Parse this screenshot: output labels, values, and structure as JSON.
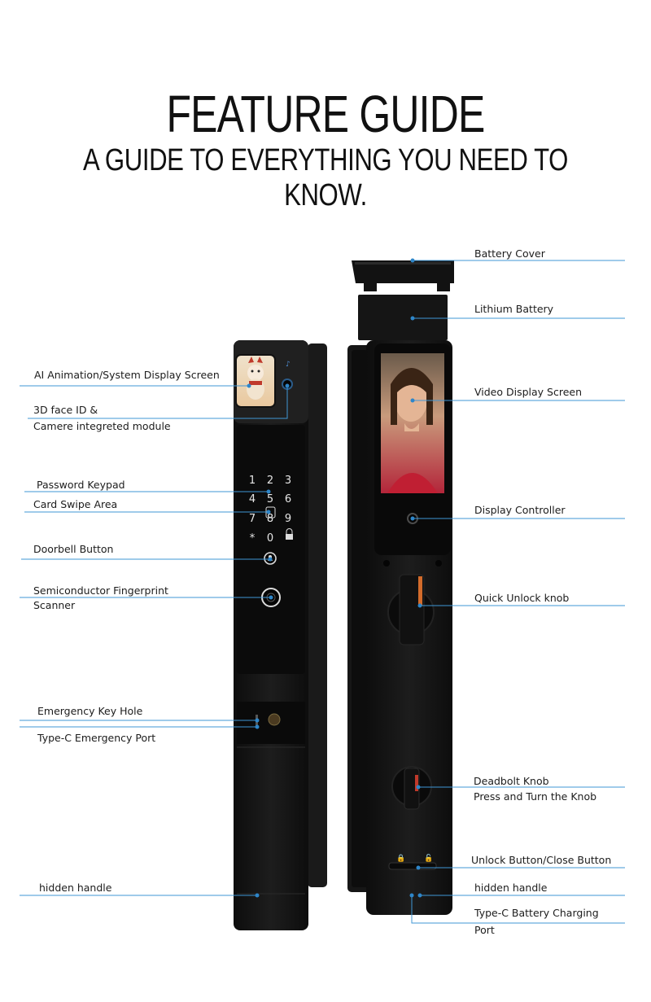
{
  "header": {
    "title": "FEATURE GUIDE",
    "subtitle": "A GUIDE TO EVERYTHING YOU NEED TO KNOW."
  },
  "keypad_keys": [
    "1",
    "2",
    "3",
    "4",
    "5",
    "6",
    "7",
    "8",
    "9",
    "*",
    "0"
  ],
  "labels_left": {
    "display_screen": "AI Animation/System Display Screen",
    "face_id_1": "3D face ID &",
    "face_id_2": "Camere integreted module",
    "keypad": "Password Keypad",
    "card": "Card Swipe Area",
    "doorbell": "Doorbell Button",
    "fingerprint_1": "Semiconductor Fingerprint",
    "fingerprint_2": "Scanner",
    "key_hole": "Emergency Key Hole",
    "typec_emergency": "Type-C Emergency Port",
    "hidden_handle": "hidden handle"
  },
  "labels_right": {
    "battery_cover": "Battery Cover",
    "lithium": "Lithium Battery",
    "video_screen": "Video Display Screen",
    "display_controller": "Display Controller",
    "quick_unlock": "Quick Unlock knob",
    "deadbolt_1": "Deadbolt Knob",
    "deadbolt_2": "Press and Turn the Knob",
    "unlock_close": "Unlock Button/Close Button",
    "hidden_handle": "hidden handle",
    "charging_1": "Type-C Battery Charging",
    "charging_2": "Port"
  },
  "colors": {
    "line": "#3f97d6",
    "dot": "#2e86c9",
    "body": "#161616",
    "panel": "#0c0c0c"
  }
}
